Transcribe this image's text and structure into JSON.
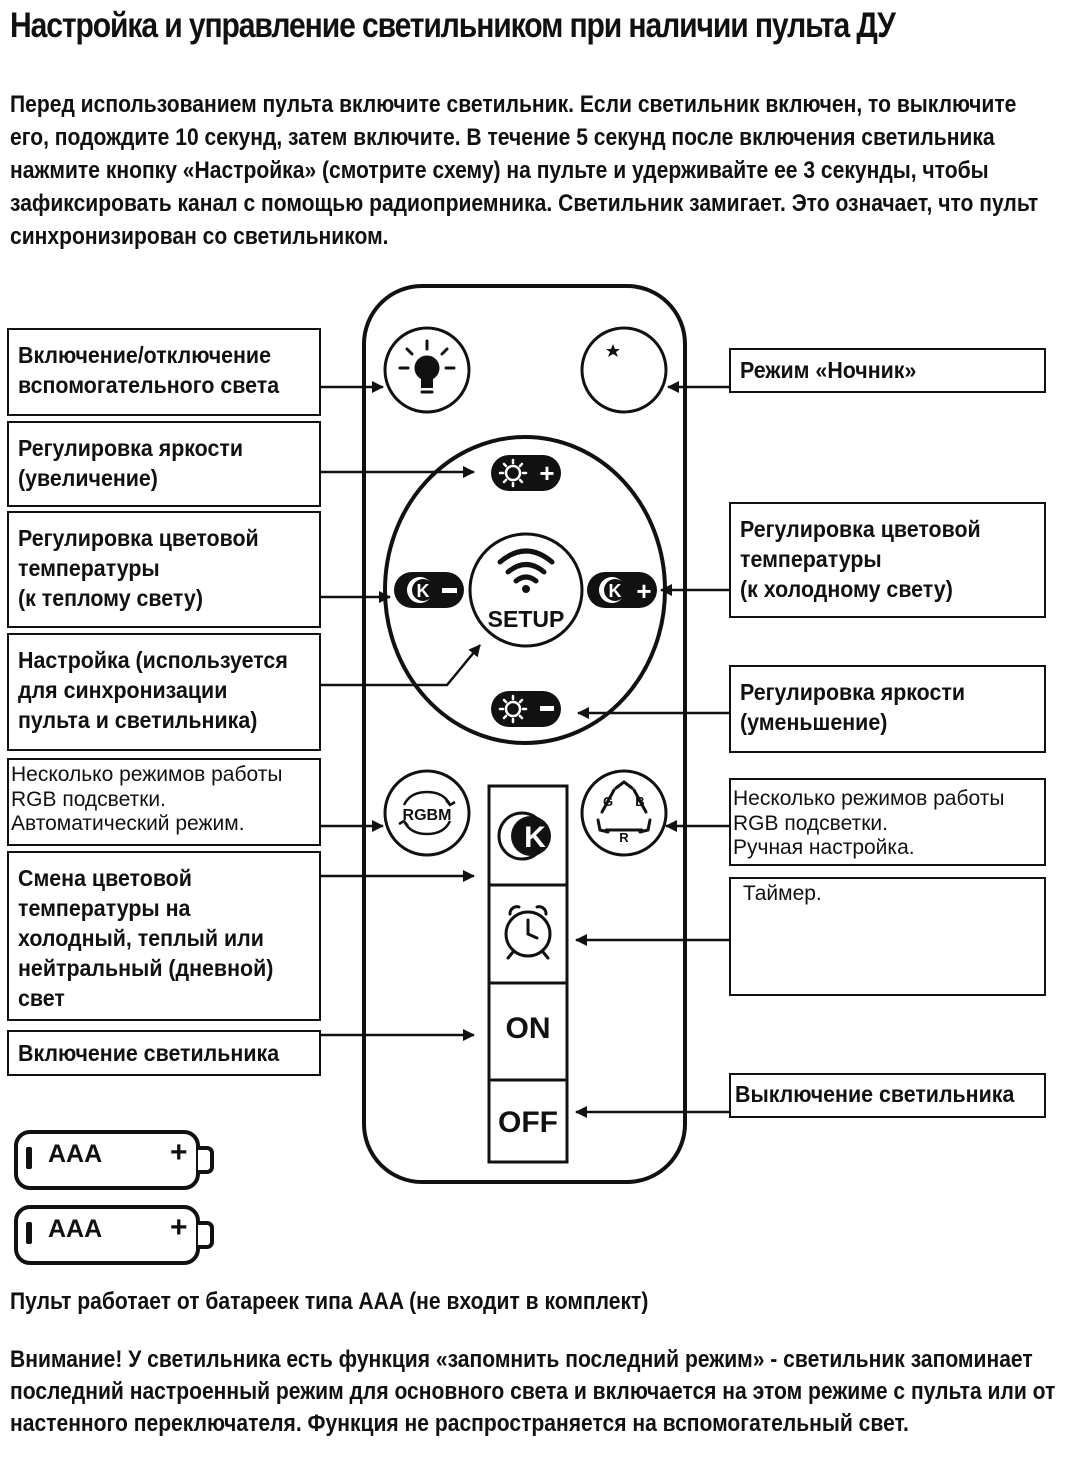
{
  "title": "Настройка и управление светильником при наличии пульта ДУ",
  "intro": "Перед использованием пульта включите светильник. Если светильник включен, то выключите его, подождите 10 секунд, затем включите. В течение 5 секунд после включения светильника нажмите кнопку «Настройка» (смотрите схему) на пульте и удерживайте ее 3 секунды, чтобы зафиксировать канал с помощью радиоприемника. Светильник замигает. Это означает, что пульт синхронизирован со светильником.",
  "labels_left": [
    [
      "Включение/отключение",
      "вспомогательного света"
    ],
    [
      "Регулировка яркости",
      "(увеличение)"
    ],
    [
      "Регулировка цветовой",
      "температуры",
      "(к теплому свету)"
    ],
    [
      "Настройка (используется",
      "для синхронизации",
      "пульта и светильника)"
    ],
    [
      "Несколько режимов работы",
      "RGB подсветки.",
      "Автоматический режим."
    ],
    [
      "Смена цветовой",
      "температуры на",
      "холодный, теплый или",
      "нейтральный (дневной)",
      "свет"
    ],
    [
      "Включение светильника"
    ]
  ],
  "labels_right": [
    [
      "Режим «Ночник»"
    ],
    [
      "Регулировка цветовой",
      "температуры",
      "(к холодному свету)"
    ],
    [
      "Регулировка яркости",
      "(уменьшение)"
    ],
    [
      "Несколько режимов работы",
      "RGB подсветки.",
      "Ручная настройка."
    ],
    [
      " Таймер."
    ],
    [
      "Выключение светильника"
    ]
  ],
  "remote": {
    "setup_label": "SETUP",
    "rgb_label": "RGBM",
    "k_label": "K",
    "on_label": "ON",
    "off_label": "OFF",
    "rgb_manual_letters": [
      "G",
      "B",
      "R"
    ]
  },
  "batteries": [
    {
      "label": "AAA",
      "plus": "+"
    },
    {
      "label": "AAA",
      "plus": "+"
    }
  ],
  "battery_note": "Пульт работает от батареек типа AAA (не входит в комплект)",
  "warning": "Внимание! У светильника есть функция «запомнить последний режим» - светильник запоминает последний настроенный режим для основного света и включается на этом режиме с пульта или от настенного переключателя. Функция не распространяется на вспомогательный свет."
}
